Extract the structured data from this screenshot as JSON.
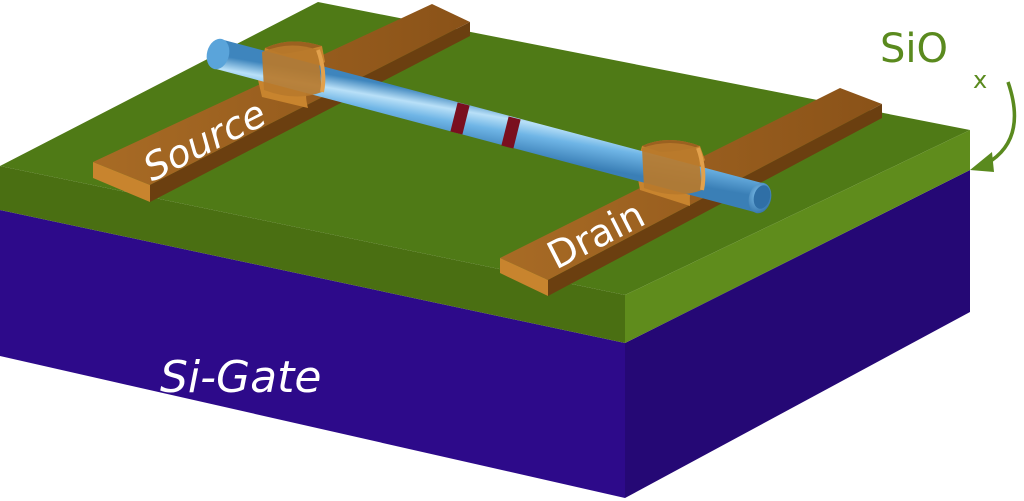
{
  "labels": {
    "source": "Source",
    "drain": "Drain",
    "gate": "Si-Gate",
    "oxide_main": "SiO",
    "oxide_sub": "x"
  },
  "colors": {
    "oxide_top": "#4f7a16",
    "oxide_front": "#4a6f12",
    "oxide_side": "#5f8c1c",
    "oxide_label": "#5a8a1e",
    "gate_front": "#2d0a8a",
    "gate_side": "#250875",
    "contact_top": "#9b6120",
    "contact_side": "#c8842e",
    "contact_dark": "#6b3f10",
    "wire": "#6fb5e6",
    "wire_highlight": "#b9e0f8",
    "wire_shadow": "#3e85bd",
    "band": "#7a0f1f",
    "text_on_dark": "#ffffff"
  }
}
